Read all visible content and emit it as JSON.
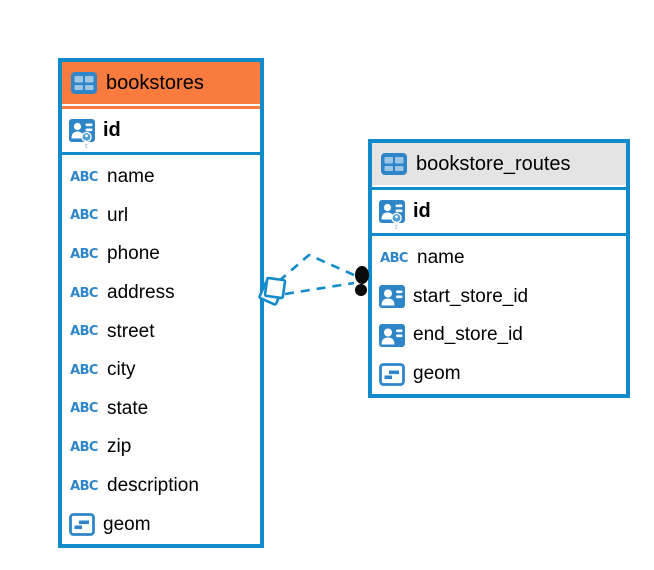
{
  "colors": {
    "table_border_blue": "#118BCB",
    "bookstores_header_orange": "#F97B3D",
    "routes_header_gray": "#E4E4E4",
    "icon_blue": "#2E86C8",
    "icon_cell_light_blue": "#9CC6E6",
    "key_light_blue": "#4D9FD6",
    "relation_line_blue": "#118BCB",
    "relation_marker_black": "#0A0A0A",
    "text": "#000000"
  },
  "icons": {
    "table_label": "table-icon",
    "abc_label": "ABC"
  },
  "bookstores": {
    "title": "bookstores",
    "pk": "id",
    "columns": [
      "name",
      "url",
      "phone",
      "address",
      "street",
      "city",
      "state",
      "zip",
      "description",
      "geom"
    ]
  },
  "routes": {
    "title": "bookstore_routes",
    "pk": "id",
    "columns": [
      "name",
      "start_store_id",
      "end_store_id",
      "geom"
    ]
  }
}
